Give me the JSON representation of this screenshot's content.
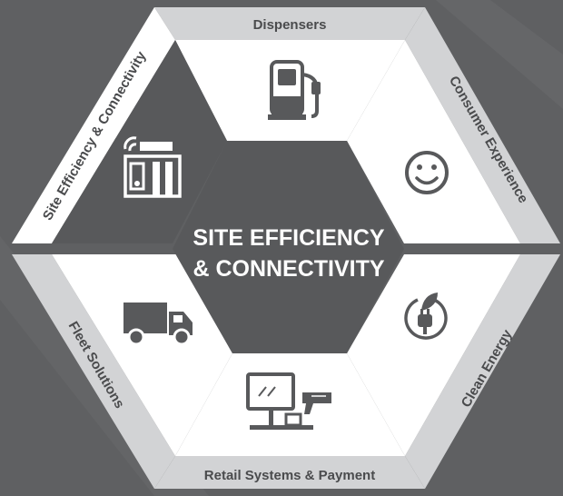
{
  "center": {
    "line1": "SITE EFFICIENCY",
    "line2": "& CONNECTIVITY"
  },
  "segments": {
    "dispensers": {
      "label": "Dispensers",
      "icon": "fuel-pump-icon"
    },
    "consumer_experience": {
      "label": "Consumer Experience",
      "icon": "smiley-face-icon"
    },
    "clean_energy": {
      "label": "Clean Energy",
      "icon": "leaf-plug-icon"
    },
    "retail_systems_payment": {
      "label": "Retail Systems & Payment",
      "icon": "pos-terminal-scanner-icon"
    },
    "fleet_solutions": {
      "label": "Fleet Solutions",
      "icon": "delivery-truck-icon"
    },
    "site_efficiency_connectivity": {
      "label": "Site Efficiency & Connectivity",
      "icon": "connected-station-icon",
      "selected": true
    }
  },
  "colors": {
    "background": "#5f6062",
    "outer_ring": "#d2d3d5",
    "inner_panel": "#ffffff",
    "hub": "#58595b",
    "icon": "#58595b",
    "selected_panel": "#58595b",
    "label_text": "#4a4b4d"
  }
}
